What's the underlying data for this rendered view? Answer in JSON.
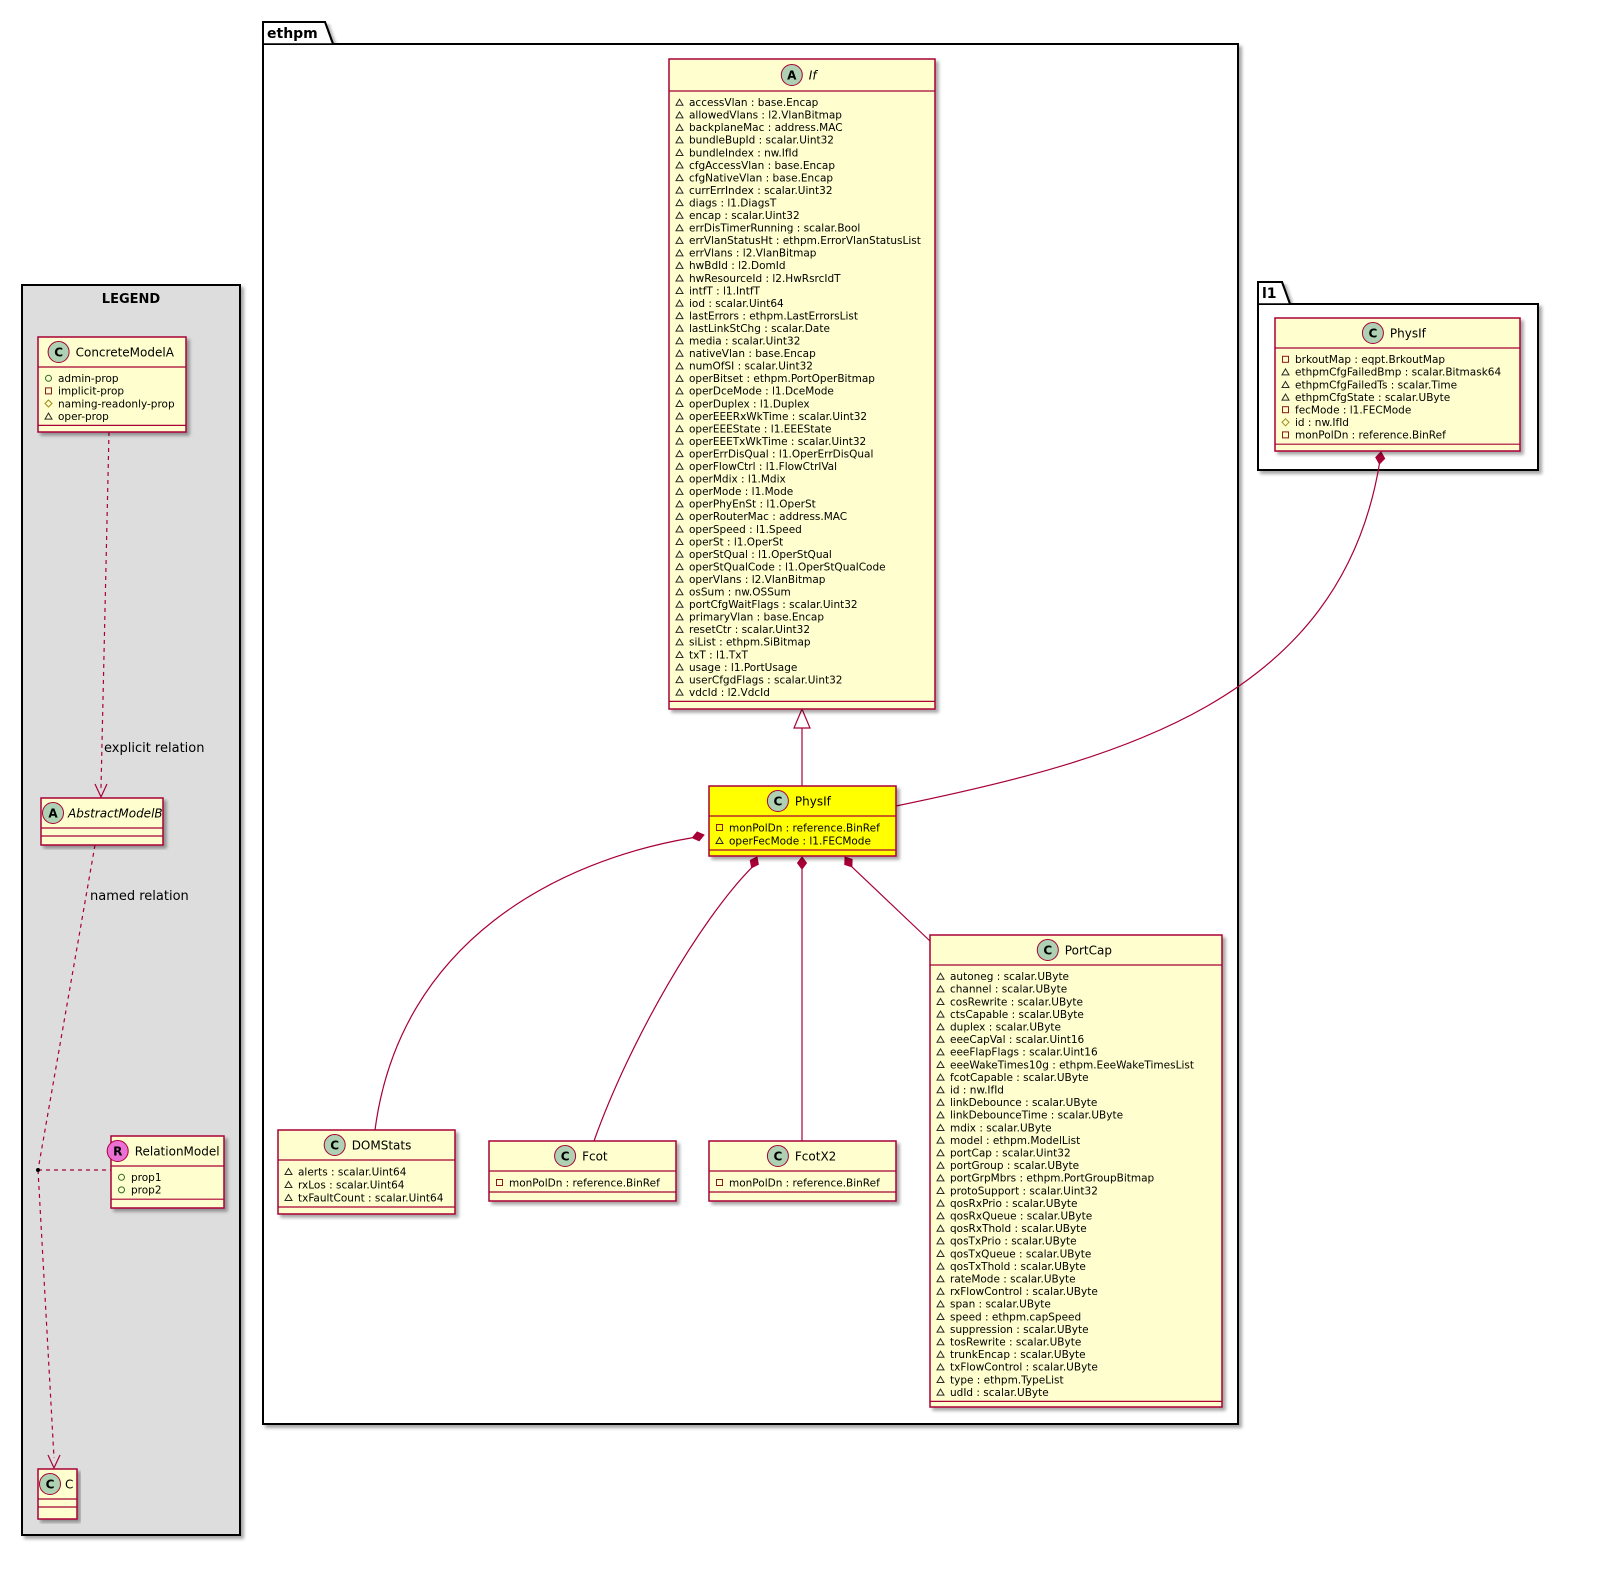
{
  "colors": {
    "class_fill": "#FEFECE",
    "class_border": "#A80036",
    "highlight_fill": "#FFFF00",
    "legend_fill": "#DDDDDD",
    "circle_class": "#ADD1B2",
    "circle_relation": "#EB70D6",
    "edge": "#A80036"
  },
  "legend": {
    "title": "LEGEND",
    "concrete": {
      "name": "ConcreteModelA",
      "stereotype": "C",
      "attrs": [
        {
          "v": "+",
          "t": "admin-prop"
        },
        {
          "v": "-",
          "t": "implicit-prop"
        },
        {
          "v": "#",
          "t": "naming-readonly-prop"
        },
        {
          "v": "~",
          "t": "oper-prop"
        }
      ]
    },
    "abstract": {
      "name": "AbstractModelB",
      "stereotype": "A"
    },
    "relation_model": {
      "name": "RelationModel",
      "stereotype": "R",
      "attrs": [
        {
          "v": "+",
          "t": "prop1"
        },
        {
          "v": "+",
          "t": "prop2"
        }
      ]
    },
    "c": {
      "name": "C",
      "stereotype": "C"
    },
    "explicit_label": "explicit relation",
    "named_label": "named relation"
  },
  "packages": [
    {
      "key": "ethpm",
      "name": "ethpm"
    },
    {
      "key": "l1",
      "name": "l1"
    }
  ],
  "classes": {
    "If": {
      "name": "If",
      "stereotype": "A",
      "italic": true,
      "attrs": [
        {
          "v": "~",
          "t": "accessVlan : base.Encap"
        },
        {
          "v": "~",
          "t": "allowedVlans : l2.VlanBitmap"
        },
        {
          "v": "~",
          "t": "backplaneMac : address.MAC"
        },
        {
          "v": "~",
          "t": "bundleBupId : scalar.Uint32"
        },
        {
          "v": "~",
          "t": "bundleIndex : nw.IfId"
        },
        {
          "v": "~",
          "t": "cfgAccessVlan : base.Encap"
        },
        {
          "v": "~",
          "t": "cfgNativeVlan : base.Encap"
        },
        {
          "v": "~",
          "t": "currErrIndex : scalar.Uint32"
        },
        {
          "v": "~",
          "t": "diags : l1.DiagsT"
        },
        {
          "v": "~",
          "t": "encap : scalar.Uint32"
        },
        {
          "v": "~",
          "t": "errDisTimerRunning : scalar.Bool"
        },
        {
          "v": "~",
          "t": "errVlanStatusHt : ethpm.ErrorVlanStatusList"
        },
        {
          "v": "~",
          "t": "errVlans : l2.VlanBitmap"
        },
        {
          "v": "~",
          "t": "hwBdId : l2.DomId"
        },
        {
          "v": "~",
          "t": "hwResourceId : l2.HwRsrcIdT"
        },
        {
          "v": "~",
          "t": "intfT : l1.IntfT"
        },
        {
          "v": "~",
          "t": "iod : scalar.Uint64"
        },
        {
          "v": "~",
          "t": "lastErrors : ethpm.LastErrorsList"
        },
        {
          "v": "~",
          "t": "lastLinkStChg : scalar.Date"
        },
        {
          "v": "~",
          "t": "media : scalar.Uint32"
        },
        {
          "v": "~",
          "t": "nativeVlan : base.Encap"
        },
        {
          "v": "~",
          "t": "numOfSI : scalar.Uint32"
        },
        {
          "v": "~",
          "t": "operBitset : ethpm.PortOperBitmap"
        },
        {
          "v": "~",
          "t": "operDceMode : l1.DceMode"
        },
        {
          "v": "~",
          "t": "operDuplex : l1.Duplex"
        },
        {
          "v": "~",
          "t": "operEEERxWkTime : scalar.Uint32"
        },
        {
          "v": "~",
          "t": "operEEEState : l1.EEEState"
        },
        {
          "v": "~",
          "t": "operEEETxWkTime : scalar.Uint32"
        },
        {
          "v": "~",
          "t": "operErrDisQual : l1.OperErrDisQual"
        },
        {
          "v": "~",
          "t": "operFlowCtrl : l1.FlowCtrlVal"
        },
        {
          "v": "~",
          "t": "operMdix : l1.Mdix"
        },
        {
          "v": "~",
          "t": "operMode : l1.Mode"
        },
        {
          "v": "~",
          "t": "operPhyEnSt : l1.OperSt"
        },
        {
          "v": "~",
          "t": "operRouterMac : address.MAC"
        },
        {
          "v": "~",
          "t": "operSpeed : l1.Speed"
        },
        {
          "v": "~",
          "t": "operSt : l1.OperSt"
        },
        {
          "v": "~",
          "t": "operStQual : l1.OperStQual"
        },
        {
          "v": "~",
          "t": "operStQualCode : l1.OperStQualCode"
        },
        {
          "v": "~",
          "t": "operVlans : l2.VlanBitmap"
        },
        {
          "v": "~",
          "t": "osSum : nw.OSSum"
        },
        {
          "v": "~",
          "t": "portCfgWaitFlags : scalar.Uint32"
        },
        {
          "v": "~",
          "t": "primaryVlan : base.Encap"
        },
        {
          "v": "~",
          "t": "resetCtr : scalar.Uint32"
        },
        {
          "v": "~",
          "t": "siList : ethpm.SiBitmap"
        },
        {
          "v": "~",
          "t": "txT : l1.TxT"
        },
        {
          "v": "~",
          "t": "usage : l1.PortUsage"
        },
        {
          "v": "~",
          "t": "userCfgdFlags : scalar.Uint32"
        },
        {
          "v": "~",
          "t": "vdcId : l2.VdcId"
        }
      ]
    },
    "PhysIfEth": {
      "name": "PhysIf",
      "stereotype": "C",
      "highlight": true,
      "attrs": [
        {
          "v": "-",
          "t": "monPolDn : reference.BinRef"
        },
        {
          "v": "~",
          "t": "operFecMode : l1.FECMode"
        }
      ]
    },
    "PhysIfL1": {
      "name": "PhysIf",
      "stereotype": "C",
      "attrs": [
        {
          "v": "-",
          "t": "brkoutMap : eqpt.BrkoutMap"
        },
        {
          "v": "~",
          "t": "ethpmCfgFailedBmp : scalar.Bitmask64"
        },
        {
          "v": "~",
          "t": "ethpmCfgFailedTs : scalar.Time"
        },
        {
          "v": "~",
          "t": "ethpmCfgState : scalar.UByte"
        },
        {
          "v": "-",
          "t": "fecMode : l1.FECMode"
        },
        {
          "v": "#",
          "t": "id : nw.IfId"
        },
        {
          "v": "-",
          "t": "monPolDn : reference.BinRef"
        }
      ]
    },
    "DOMStats": {
      "name": "DOMStats",
      "stereotype": "C",
      "attrs": [
        {
          "v": "~",
          "t": "alerts : scalar.Uint64"
        },
        {
          "v": "~",
          "t": "rxLos : scalar.Uint64"
        },
        {
          "v": "~",
          "t": "txFaultCount : scalar.Uint64"
        }
      ]
    },
    "Fcot": {
      "name": "Fcot",
      "stereotype": "C",
      "attrs": [
        {
          "v": "-",
          "t": "monPolDn : reference.BinRef"
        }
      ]
    },
    "FcotX2": {
      "name": "FcotX2",
      "stereotype": "C",
      "attrs": [
        {
          "v": "-",
          "t": "monPolDn : reference.BinRef"
        }
      ]
    },
    "PortCap": {
      "name": "PortCap",
      "stereotype": "C",
      "attrs": [
        {
          "v": "~",
          "t": "autoneg : scalar.UByte"
        },
        {
          "v": "~",
          "t": "channel : scalar.UByte"
        },
        {
          "v": "~",
          "t": "cosRewrite : scalar.UByte"
        },
        {
          "v": "~",
          "t": "ctsCapable : scalar.UByte"
        },
        {
          "v": "~",
          "t": "duplex : scalar.UByte"
        },
        {
          "v": "~",
          "t": "eeeCapVal : scalar.Uint16"
        },
        {
          "v": "~",
          "t": "eeeFlapFlags : scalar.Uint16"
        },
        {
          "v": "~",
          "t": "eeeWakeTimes10g : ethpm.EeeWakeTimesList"
        },
        {
          "v": "~",
          "t": "fcotCapable : scalar.UByte"
        },
        {
          "v": "~",
          "t": "id : nw.IfId"
        },
        {
          "v": "~",
          "t": "linkDebounce : scalar.UByte"
        },
        {
          "v": "~",
          "t": "linkDebounceTime : scalar.UByte"
        },
        {
          "v": "~",
          "t": "mdix : scalar.UByte"
        },
        {
          "v": "~",
          "t": "model : ethpm.ModelList"
        },
        {
          "v": "~",
          "t": "portCap : scalar.Uint32"
        },
        {
          "v": "~",
          "t": "portGroup : scalar.UByte"
        },
        {
          "v": "~",
          "t": "portGrpMbrs : ethpm.PortGroupBitmap"
        },
        {
          "v": "~",
          "t": "protoSupport : scalar.Uint32"
        },
        {
          "v": "~",
          "t": "qosRxPrio : scalar.UByte"
        },
        {
          "v": "~",
          "t": "qosRxQueue : scalar.UByte"
        },
        {
          "v": "~",
          "t": "qosRxThold : scalar.UByte"
        },
        {
          "v": "~",
          "t": "qosTxPrio : scalar.UByte"
        },
        {
          "v": "~",
          "t": "qosTxQueue : scalar.UByte"
        },
        {
          "v": "~",
          "t": "qosTxThold : scalar.UByte"
        },
        {
          "v": "~",
          "t": "rateMode : scalar.UByte"
        },
        {
          "v": "~",
          "t": "rxFlowControl : scalar.UByte"
        },
        {
          "v": "~",
          "t": "span : scalar.UByte"
        },
        {
          "v": "~",
          "t": "speed : ethpm.capSpeed"
        },
        {
          "v": "~",
          "t": "suppression : scalar.UByte"
        },
        {
          "v": "~",
          "t": "tosRewrite : scalar.UByte"
        },
        {
          "v": "~",
          "t": "trunkEncap : scalar.UByte"
        },
        {
          "v": "~",
          "t": "txFlowControl : scalar.UByte"
        },
        {
          "v": "~",
          "t": "type : ethpm.TypeList"
        },
        {
          "v": "~",
          "t": "udId : scalar.UByte"
        }
      ]
    }
  }
}
